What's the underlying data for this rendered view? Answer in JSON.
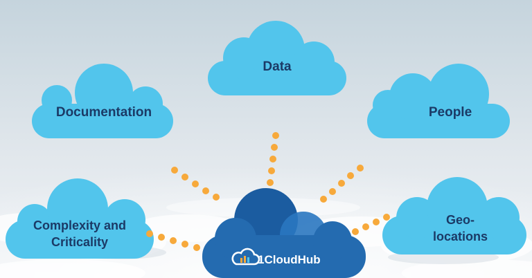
{
  "colors": {
    "cloud_light": "#52c5ec",
    "cloud_dark_front": "#246bb0",
    "cloud_dark_back": "#1b5ca0",
    "label_text": "#1b3a66",
    "dots": "#f7a93b",
    "sky_top": "#c5d4dd",
    "sky_bottom": "#f1f4f7"
  },
  "categories": {
    "data": "Data",
    "documentation": "Documentation",
    "people": "People",
    "complexity": "Complexity and Criticality",
    "geo": "Geo-locations"
  },
  "brand": {
    "name": "1CloudHub",
    "logo_icon": "cloud-logo-icon"
  }
}
